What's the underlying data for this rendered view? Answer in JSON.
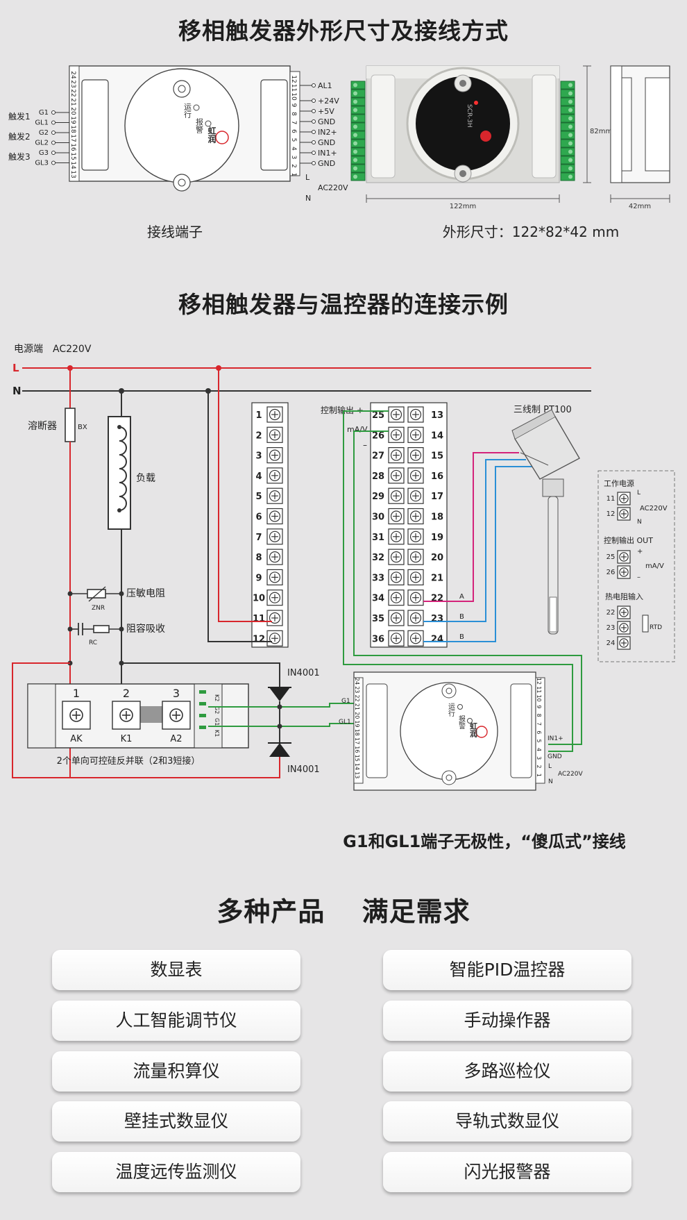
{
  "titles": {
    "dimensions": "移相触发器外形尺寸及接线方式",
    "connection_example": "移相触发器与温控器的连接示例",
    "products": "多种产品　 满足需求"
  },
  "section1": {
    "terminal_caption": "接线端子",
    "size_caption": "外形尺寸：122*82*42 mm",
    "dim_width": "122mm",
    "dim_height": "82mm",
    "dim_depth": "42mm",
    "brand": "虹润",
    "led_power": "运行",
    "led_alarm": "报警",
    "model_text": "SCR-3H",
    "trigger_labels": [
      "触发1",
      "触发2",
      "触发3"
    ],
    "left_pins": [
      "G1",
      "GL1",
      "G2",
      "GL2",
      "G3",
      "GL3"
    ],
    "right_pins": [
      "AL1",
      "+24V",
      "+5V",
      "GND",
      "IN2+",
      "GND",
      "IN1+",
      "GND",
      "L",
      "N",
      "AC220V"
    ],
    "left_terminal_numbers": [
      "24",
      "23",
      "22",
      "21",
      "20",
      "19",
      "18",
      "17",
      "16",
      "15",
      "14",
      "13"
    ],
    "right_terminal_numbers": [
      "12",
      "11",
      "10",
      "9",
      "8",
      "7",
      "6",
      "5",
      "4",
      "3",
      "2",
      "1"
    ]
  },
  "section2": {
    "power_label": "电源端　AC220V",
    "line_L": "L",
    "line_N": "N",
    "fuse": "溶断器",
    "fuse_code": "BX",
    "load": "负载",
    "varistor": "压敏电阻",
    "varistor_code": "ZNR",
    "rc": "阻容吸收",
    "rc_code": "RC",
    "scr_caption": "2个单向可控硅反并联（2和3短接）",
    "scr_terms": [
      "AK",
      "K1",
      "A2"
    ],
    "scr_numbers": [
      "1",
      "2",
      "3"
    ],
    "diode": "IN4001",
    "control_output": "控制输出 +",
    "ma_v": "mA/V",
    "minus": "–",
    "pt100": "三线制 PT100",
    "wire_A": "A",
    "wire_B": "B",
    "controller_left_numbers": [
      "1",
      "2",
      "3",
      "4",
      "5",
      "6",
      "7",
      "8",
      "9",
      "10",
      "11",
      "12"
    ],
    "controller_mid_numbers": [
      "25",
      "26",
      "27",
      "28",
      "29",
      "30",
      "31",
      "32",
      "33",
      "34",
      "35",
      "36"
    ],
    "controller_right_numbers": [
      "13",
      "14",
      "15",
      "16",
      "17",
      "18",
      "19",
      "20",
      "21",
      "22",
      "23",
      "24"
    ],
    "legend": {
      "power_title": "工作电源",
      "power_pins": [
        "11",
        "12"
      ],
      "power_L": "L",
      "power_N": "N",
      "power_ac": "AC220V",
      "out_title": "控制输出 OUT",
      "out_pins": [
        "25",
        "26"
      ],
      "out_plus": "+",
      "out_minus": "–",
      "out_unit": "mA/V",
      "rtd_title": "热电阻输入",
      "rtd_pins": [
        "22",
        "23",
        "24"
      ],
      "rtd": "RTD"
    },
    "trigger_pins": [
      "G1",
      "GL1",
      "IN1+",
      "GND",
      "L",
      "N",
      "AC220V"
    ],
    "scr_side_labels": [
      "K2",
      "G2",
      "G1",
      "K1"
    ],
    "note": "G1和GL1端子无极性，“傻瓜式”接线"
  },
  "products": [
    "数显表",
    "智能PID温控器",
    "人工智能调节仪",
    "手动操作器",
    "流量积算仪",
    "多路巡检仪",
    "壁挂式数显仪",
    "导轨式数显仪",
    "温度远传监测仪",
    "闪光报警器"
  ],
  "colors": {
    "red": "#d8262c",
    "green": "#2e9b3f",
    "magenta": "#d4237a",
    "blue": "#2a8fd6",
    "dark": "#333333"
  }
}
